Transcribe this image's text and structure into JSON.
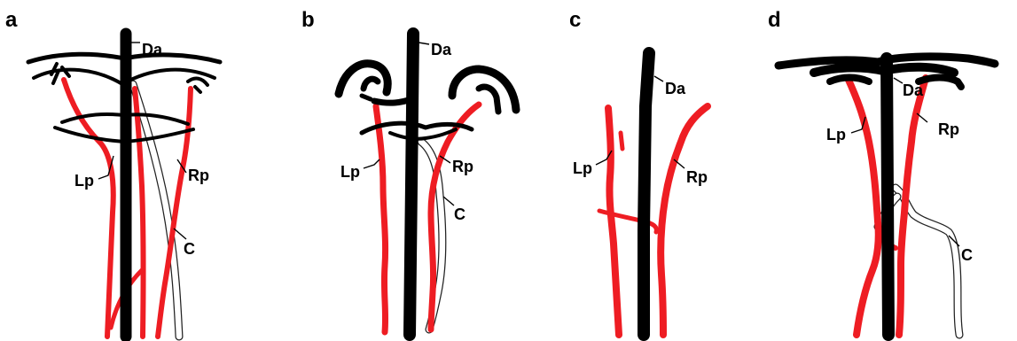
{
  "colors": {
    "aorta": "#000000",
    "artery": "#ee1d23",
    "cardinal_outline": "#222222",
    "cardinal_fill": "#ffffff",
    "background": "#ffffff"
  },
  "panels": [
    {
      "letter": "a",
      "labels": {
        "da": "Da",
        "lp": "Lp",
        "rp": "Rp",
        "c": "C"
      }
    },
    {
      "letter": "b",
      "labels": {
        "da": "Da",
        "lp": "Lp",
        "rp": "Rp",
        "c": "C"
      }
    },
    {
      "letter": "c",
      "labels": {
        "da": "Da",
        "lp": "Lp",
        "rp": "Rp"
      }
    },
    {
      "letter": "d",
      "labels": {
        "da": "Da",
        "lp": "Lp",
        "rp": "Rp",
        "c": "C"
      }
    }
  ]
}
